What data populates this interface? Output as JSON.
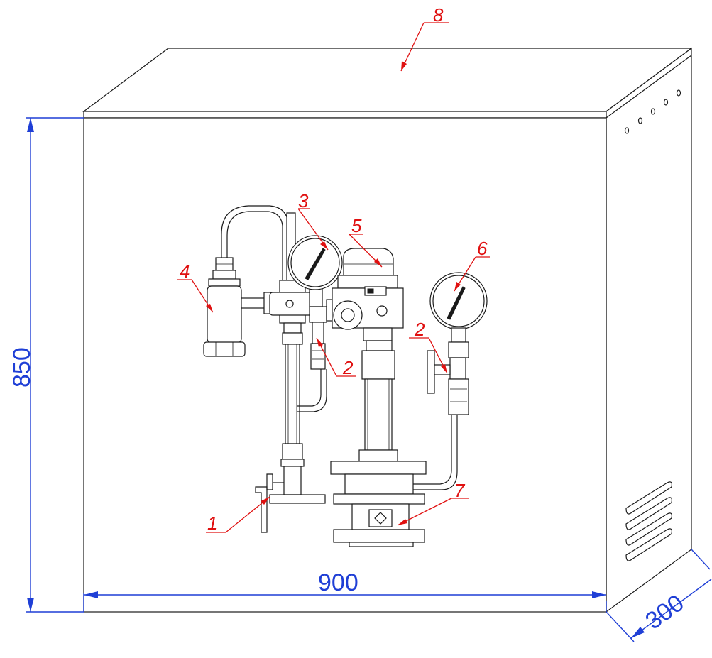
{
  "colors": {
    "outline": "#1a1a1a",
    "dimension": "#1f3fd6",
    "callout": "#e01010",
    "background": "#ffffff"
  },
  "dimensions": {
    "height": "850",
    "width": "900",
    "depth": "300"
  },
  "callouts": {
    "c1": "1",
    "c2a": "2",
    "c2b": "2",
    "c3": "3",
    "c4": "4",
    "c5": "5",
    "c6": "6",
    "c7": "7",
    "c8": "8"
  }
}
